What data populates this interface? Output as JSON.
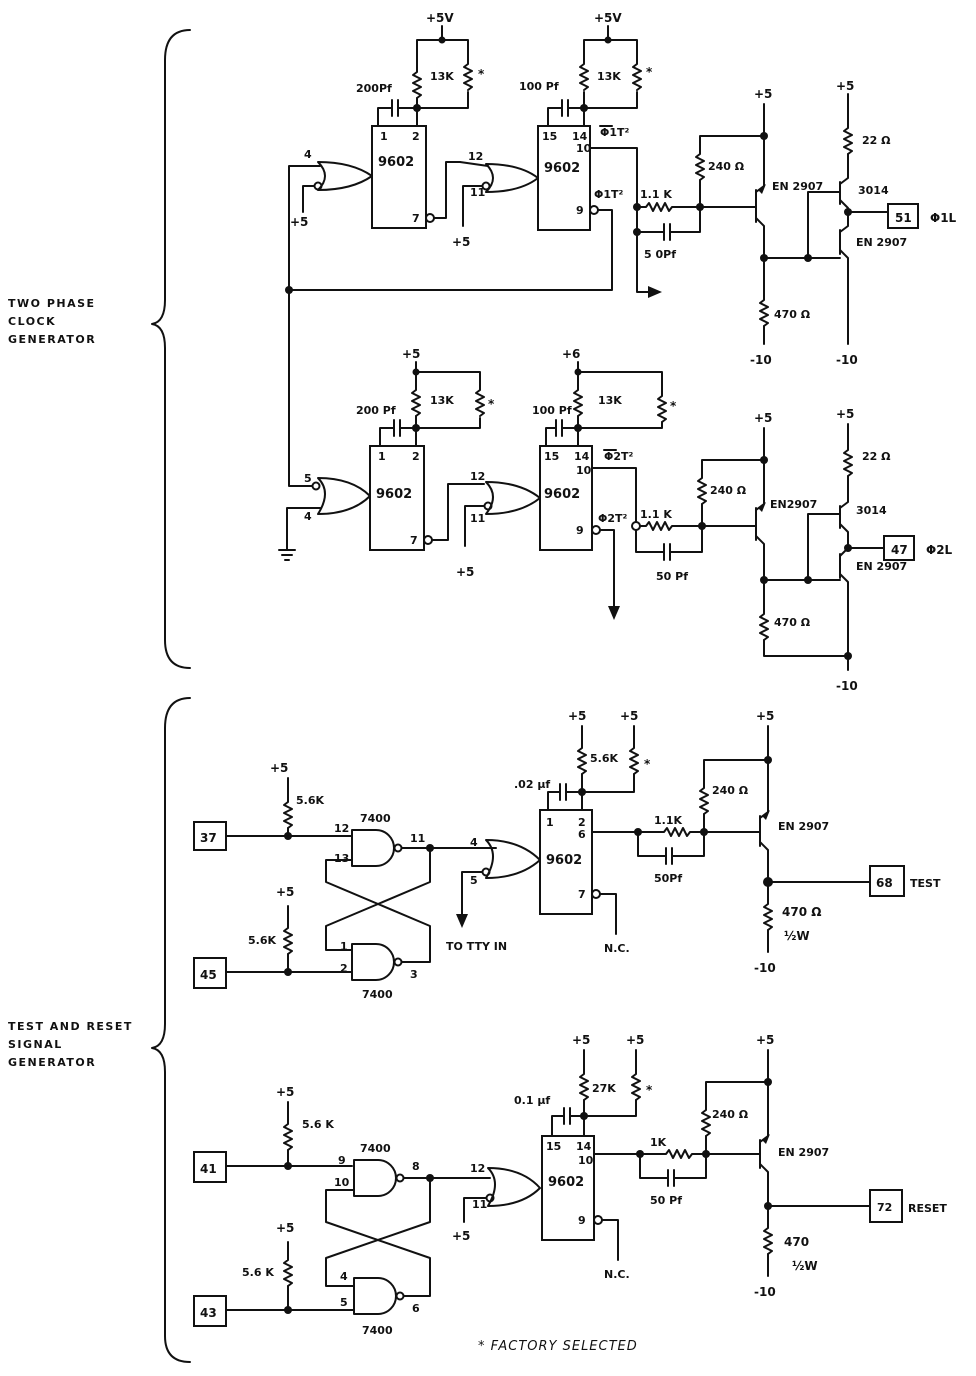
{
  "sections": [
    {
      "title_lines": [
        "TWO PHASE",
        "CLOCK",
        "GENERATOR"
      ]
    },
    {
      "title_lines": [
        "TEST AND RESET",
        "SIGNAL",
        "GENERATOR"
      ]
    }
  ],
  "clock": {
    "phase1": {
      "supply_a": "+5V",
      "supply_b": "+5V",
      "cap_a": "200Pf",
      "res_a": "13K",
      "cap_b": "100 Pf",
      "res_b": "13K",
      "chip": "9602",
      "pins_a": [
        "1",
        "2",
        "7"
      ],
      "pins_b": [
        "15",
        "14",
        "10",
        "9"
      ],
      "gate_a_pin": "4",
      "gate_b_pins": [
        "12",
        "11"
      ],
      "vcc": "+5",
      "q_bar": "Φ1T²",
      "q": "Φ1T²",
      "r_base": "1.1 K",
      "c_base": "5 0Pf",
      "r_pull": "240 Ω",
      "supply_drv": "+5",
      "drv_transistor": "EN 2907",
      "r_emit": "470 Ω",
      "neg": "-10",
      "out_supply": "+5",
      "r_out": "22 Ω",
      "npn": "3014",
      "pnp": "EN 2907",
      "connector": "51",
      "signal": "Φ1L",
      "neg2": "-10"
    },
    "phase2": {
      "supply_a": "+5",
      "supply_b": "+6",
      "cap_a": "200 Pf",
      "res_a": "13K",
      "cap_b": "100 Pf",
      "res_b": "13K",
      "chip": "9602",
      "pins_a": [
        "1",
        "2",
        "7"
      ],
      "pins_b": [
        "15",
        "14",
        "10",
        "9"
      ],
      "gate_a_pins": [
        "5",
        "4"
      ],
      "gate_b_pins": [
        "12",
        "11"
      ],
      "vcc": "+5",
      "q_bar": "Φ2T²",
      "q": "Φ2T²",
      "r_base": "1.1 K",
      "c_base": "50 Pf",
      "r_pull": "240 Ω",
      "supply_drv": "+5",
      "drv_transistor": "EN2907",
      "r_emit": "470 Ω",
      "out_supply": "+5",
      "r_out": "22 Ω",
      "npn": "3014",
      "pnp": "EN 2907",
      "connector": "47",
      "signal": "Φ2L",
      "neg": "-10"
    }
  },
  "test": {
    "in_a": "37",
    "in_b": "45",
    "supply": "+5",
    "pullup": "5.6K",
    "pullup_b": "5.6K",
    "nand": "7400",
    "nand_pins_a": [
      "12",
      "13",
      "11"
    ],
    "nand_pins_b": [
      "1",
      "2",
      "3"
    ],
    "or_pins": [
      "4",
      "5"
    ],
    "tty": "TO TTY IN",
    "cap": ".02 µf",
    "res": "5.6K",
    "chip": "9602",
    "pins": [
      "1",
      "2",
      "6",
      "7"
    ],
    "nc": "N.C.",
    "r_base": "1.1K",
    "c_base": "50Pf",
    "r_pull": "240 Ω",
    "transistor": "EN 2907",
    "r_emit": "470 Ω",
    "watt": "½W",
    "neg": "-10",
    "connector": "68",
    "signal": "TEST"
  },
  "reset": {
    "in_a": "41",
    "in_b": "43",
    "supply": "+5",
    "pullup": "5.6 K",
    "pullup_b": "5.6 K",
    "nand": "7400",
    "nand_pins_a": [
      "9",
      "10",
      "8"
    ],
    "nand_pins_b": [
      "4",
      "5",
      "6"
    ],
    "or_pins": [
      "12",
      "11"
    ],
    "cap": "0.1 µf",
    "res": "27K",
    "chip": "9602",
    "pins": [
      "15",
      "14",
      "10",
      "9"
    ],
    "nc": "N.C.",
    "r_base": "1K",
    "c_base": "50 Pf",
    "r_pull": "240 Ω",
    "transistor": "EN 2907",
    "r_emit": "470",
    "watt": "½W",
    "neg": "-10",
    "connector": "72",
    "signal": "RESET"
  },
  "factory_mark": "*",
  "footnote": "* FACTORY SELECTED"
}
